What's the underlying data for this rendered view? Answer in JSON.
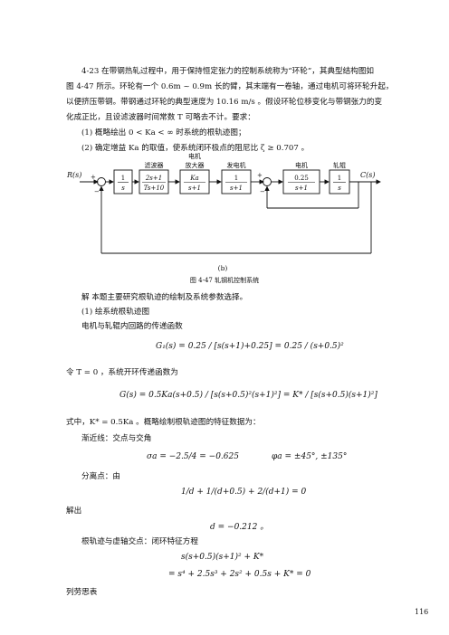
{
  "problem": {
    "line1": "4-23  在带钢热轧过程中，用于保持恒定张力的控制系统称为“环轮”，其典型结构图如",
    "line2": "图 4-47 所示。环轮有一个 0.6m ~ 0.9m 长的臂，其末端有一卷轴，通过电机可将环轮升起，",
    "line3": "以便挤压带钢。带钢通过环轮的典型速度为 10.16 m/s 。假设环轮位移变化与带钢张力的变",
    "line4": "化成正比，且设滤波器时间常数 T 可略去不计。要求：",
    "req1": "(1)  概略绘出 0 < Ka < ∞ 时系统的根轨迹图；",
    "req2": "(2)  确定增益 Ka 的取值，使系统闭环极点的阻尼比 ζ ≥ 0.707 。"
  },
  "diagram": {
    "input": "R(s)",
    "output": "C(s)",
    "block_integrator_num": "1",
    "block_integrator_den": "s",
    "filter_label": "滤波器",
    "filter_num": "2s+1",
    "filter_den": "Ts+10",
    "amp_label_1": "电机",
    "amp_label_2": "放大器",
    "amp_num": "Ka",
    "amp_den": "s+1",
    "gen_label": "发电机",
    "gen_num": "1",
    "gen_den": "s+1",
    "motor_label": "电机",
    "motor_num": "0.25",
    "motor_den": "s+1",
    "roll_label": "轧辊",
    "roll_num": "1",
    "roll_den": "s",
    "plus1": "+",
    "minus1": "−",
    "plus2": "+",
    "minus2": "−",
    "sub_label": "(b)",
    "caption": "图 4-47    轧钢机控制系统"
  },
  "solution": {
    "intro": "解  本题主要研究根轨迹的绘制及系统参数选择。",
    "step1": "(1)  绘系统根轨迹图",
    "inner_tf_intro": "电机与轧辊内回路的传递函数",
    "eq_g1": "G₁(s) = 0.25 / [s(s+1)+0.25] = 0.25 / (s+0.5)²",
    "t_zero": "令 T = 0 ，系统开环传递函数为",
    "eq_g": "G(s) = 0.5Ka(s+0.5) / [s(s+0.5)²(s+1)²] = K* / [s(s+0.5)(s+1)²]",
    "where": "式中，K* = 0.5Ka 。概略绘制根轨迹图的特征数据为：",
    "asymptote": "渐近线：交点与交角",
    "sigma_a": "σa = −2.5/4 = −0.625",
    "phi_a": "φa = ±45°, ±135°",
    "breakaway": "分离点：由",
    "eq_d": "1/d + 1/(d+0.5) + 2/(d+1) = 0",
    "solve": "解出",
    "d_val": "d = −0.212 。",
    "imag_axis": "根轨迹与虚轴交点：闭环特征方程",
    "char_eq1": "s(s+0.5)(s+1)² + K*",
    "char_eq2": "= s⁴ + 2.5s³ + 2s² + 0.5s + K* = 0",
    "routh": "列劳思表"
  },
  "page_number": "116"
}
